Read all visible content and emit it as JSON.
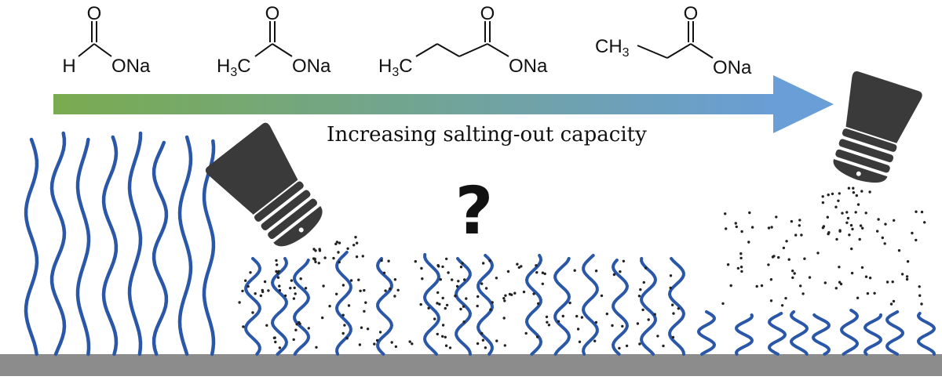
{
  "caption": "Increasing salting-out capacity",
  "question_mark": "?",
  "molecules": [
    {
      "name": "sodium formate",
      "substituent": "H",
      "salt": "ONa",
      "carbonyl_o": "O"
    },
    {
      "name": "sodium acetate",
      "substituent_main": "H",
      "substituent_sub": "3",
      "substituent_tail": "C",
      "salt": "ONa",
      "carbonyl_o": "O"
    },
    {
      "name": "sodium butyrate",
      "substituent_main": "H",
      "substituent_sub": "3",
      "substituent_tail": "C",
      "salt": "ONa",
      "carbonyl_o": "O"
    },
    {
      "name": "sodium propionate",
      "substituent_main": "CH",
      "substituent_sub": "3",
      "salt": "ONa",
      "carbonyl_o": "O"
    }
  ],
  "colors": {
    "arrow_start": "#7aab4f",
    "arrow_end": "#6a9ed6",
    "polymer": "#2a57a8",
    "polymer_highlight": "#4b7fd0",
    "shaker": "#3a3a3a",
    "substrate": "#8c8c8c",
    "salt_dots": "#222222"
  },
  "icons": [
    "salt-shaker-icon",
    "polymer-brush-icon"
  ]
}
